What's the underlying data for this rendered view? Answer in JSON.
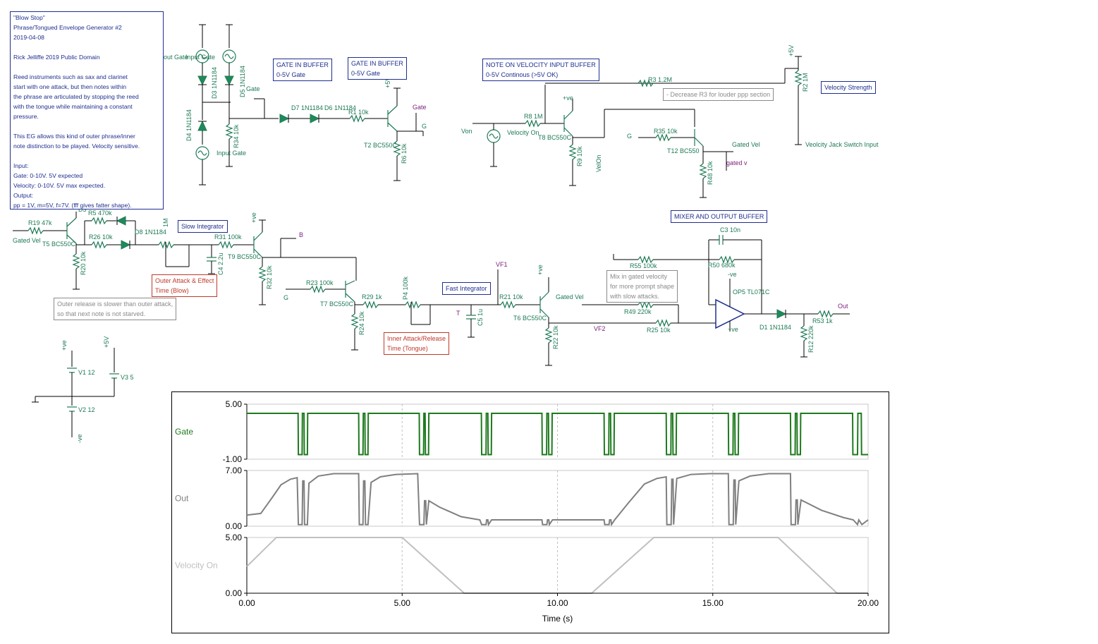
{
  "description": {
    "lines": [
      "\"Blow Stop\"",
      "Phrase/Tongued Envelope Generator  #2",
      "2019-04-08",
      "",
      "Rick Jelliffe 2019 Public Domain",
      "",
      "Reed instruments such as sax and clarinet",
      "start with one attack, but then notes within",
      "the phrase are articulated by stopping the reed",
      "with the tongue while maintaining a constant",
      "pressure.",
      "",
      "This EG allows this kind of outer phrase/inner",
      "note distinction to be played. Velocity sensitive.",
      "",
      "Input:",
      "  Gate: 0-10V. 5V expected",
      "  Velocity: 0-10V. 5V max expected.",
      "Output:",
      "  pp = 1V, m=5V, f=7V.  (fff gives fatter shape)."
    ]
  },
  "sections": {
    "gate_buffer_1": [
      "GATE IN BUFFER",
      "0-5V Gate"
    ],
    "gate_buffer_2": [
      "GATE IN BUFFER",
      "0-5V Gate"
    ],
    "velocity_buffer": [
      "NOTE ON VELOCITY INPUT BUFFER",
      "0-5V Continous (>5V OK)"
    ],
    "velocity_strength": "Velocity Strength",
    "slow_integrator": "Slow Integrator",
    "fast_integrator": "Fast Integrator",
    "mixer": "MIXER AND OUTPUT BUFFER"
  },
  "notes": {
    "decrease_r3": "- Decrease R3 for louder ppp section",
    "outer_release": [
      "Outer release is slower than outer attack,",
      "so that next note is not starved."
    ],
    "mix_gated": [
      "Mix in gated velocity",
      "for more prompt shape",
      "with slow attacks."
    ],
    "outer_attack": [
      "Outer Attack  & Effect",
      "Time (Blow)"
    ],
    "inner_attack": [
      "Inner Attack/Release",
      "Time (Tongue)"
    ]
  },
  "labels": {
    "out_gate": "out Gate",
    "input_gate_top": "Input Gate",
    "input_gate_bottom": "Input Gate",
    "d3": "D3 1N1184",
    "d4": "D4 1N1184",
    "d5": "D5 1N1184",
    "r34": "R34 10k",
    "gate_a": "Gate",
    "d7": "D7 1N1184",
    "d6": "D6 1N1184",
    "r1": "R1 10k",
    "plus5v_a": "+5V",
    "gate_b": "Gate",
    "g_a": "G",
    "t2": "T2 BC550C",
    "r6": "R6 10k",
    "r3": "R3 1.2M",
    "plus5v_b": "+5V",
    "r2": "R2 1M",
    "r8": "R8 1M",
    "plusve_a": "+ve",
    "von": "Von",
    "velocity_on": "Velocity On",
    "t8": "T8 BC550C",
    "r9": "R9 10k",
    "velon": "VelOn",
    "g_b": "G",
    "r35": "R35 10k",
    "t12": "T12 BC550",
    "gated_vel_a": "Gated Vel",
    "gated_v": "gated v",
    "r48": "R48 10k",
    "vel_jack": "Veolcity Jack Switch Input",
    "r19": "R19 47k",
    "gated_vel_b": "Gated Vel",
    "t5": "T5 BC550C",
    "r5": "R5 470k",
    "r26": "R26 10k",
    "d8": "D8 1N1184",
    "r20": "R20 10k",
    "m1": "1M",
    "r31": "R31 100k",
    "plusve_b": "+ve",
    "b": "B",
    "t9": "T9 BC550C",
    "c4": "C4 2.2u",
    "r32": "R32 10k",
    "r23": "R23 100k",
    "g_c": "G",
    "t7": "T7 BC550C",
    "r29": "R29 1k",
    "p4": "P4 100k",
    "r24": "R24 10k",
    "vf1": "VF1",
    "r21": "R21 10k",
    "t_lbl": "T",
    "c5": "C5 1u",
    "plusve_c": "+ve",
    "gated_vel_c": "Gated Vel",
    "t6": "T6 BC550C",
    "r22": "R22 10k",
    "vf2": "VF2",
    "r55": "R55 100k",
    "c3": "C3 10n",
    "r50": "R50 680k",
    "minusve_a": "-ve",
    "op5": "OP5 TL071C",
    "r49": "R49 220k",
    "r25": "R25 10k",
    "plusve_d": "+ve",
    "d1": "D1 1N1184",
    "r53": "R53 1k",
    "out": "Out",
    "r12": "R12 220k",
    "plusve_e": "+ve",
    "plus5v_c": "+5V",
    "v1": "V1 12",
    "v3": "V3 5",
    "v2": "V2 12",
    "minusve_b": "-ve",
    "d_cut": "D3"
  },
  "chart_data": {
    "type": "line",
    "xlabel": "Time (s)",
    "xlim": [
      0,
      20
    ],
    "x_ticks": [
      "0.00",
      "5.00",
      "10.00",
      "15.00",
      "20.00"
    ],
    "panels": [
      {
        "name": "Gate",
        "color": "#1e7a1e",
        "ylim": [
          -1,
          5
        ],
        "y_ticks": [
          "5.00",
          "-1.00"
        ],
        "x": [
          0,
          1.65,
          1.66,
          1.78,
          1.79,
          1.84,
          1.85,
          1.95,
          1.96,
          3.6,
          3.61,
          3.74,
          3.75,
          3.8,
          3.81,
          3.9,
          3.91,
          5.55,
          5.56,
          5.69,
          5.7,
          5.74,
          5.75,
          5.85,
          5.86,
          7.55,
          7.56,
          7.7,
          7.71,
          7.76,
          7.77,
          7.87,
          7.88,
          9.5,
          9.51,
          9.65,
          9.66,
          9.71,
          9.72,
          9.82,
          9.83,
          11.5,
          11.51,
          11.65,
          11.66,
          11.71,
          11.72,
          11.82,
          11.83,
          13.5,
          13.51,
          13.65,
          13.66,
          13.71,
          13.72,
          13.82,
          13.83,
          15.5,
          15.51,
          15.65,
          15.66,
          15.71,
          15.72,
          15.82,
          15.83,
          17.5,
          17.51,
          17.65,
          17.66,
          17.71,
          17.72,
          17.82,
          17.83,
          19.5,
          19.51,
          19.66,
          19.67,
          19.78,
          19.79,
          20
        ],
        "y": [
          4,
          4,
          -0.5,
          -0.5,
          4,
          4,
          -0.5,
          -0.5,
          4,
          4,
          -0.5,
          -0.5,
          4,
          4,
          -0.5,
          -0.5,
          4,
          4,
          -0.5,
          -0.5,
          4,
          4,
          -0.5,
          -0.5,
          4,
          4,
          -0.5,
          -0.5,
          4,
          4,
          -0.5,
          -0.5,
          4,
          4,
          -0.5,
          -0.5,
          4,
          4,
          -0.5,
          -0.5,
          4,
          4,
          -0.5,
          -0.5,
          4,
          4,
          -0.5,
          -0.5,
          4,
          4,
          -0.5,
          -0.5,
          4,
          4,
          -0.5,
          -0.5,
          4,
          4,
          -0.5,
          -0.5,
          4,
          4,
          -0.5,
          -0.5,
          4,
          4,
          -0.5,
          -0.5,
          4,
          4,
          -0.5,
          -0.5,
          4,
          4,
          -0.5,
          -0.5,
          4,
          4,
          -0.5,
          -0.5
        ]
      },
      {
        "name": "Out",
        "color": "#808080",
        "ylim": [
          0,
          7
        ],
        "y_ticks": [
          "7.00",
          "0.00"
        ],
        "x": [
          0,
          0.45,
          0.8,
          1.1,
          1.4,
          1.62,
          1.66,
          1.78,
          1.8,
          1.84,
          1.86,
          1.95,
          2.0,
          2.3,
          2.8,
          3.3,
          3.6,
          3.62,
          3.74,
          3.76,
          3.8,
          3.82,
          3.9,
          4.0,
          4.3,
          4.8,
          5.5,
          5.56,
          5.7,
          5.72,
          5.76,
          5.78,
          5.86,
          6.2,
          6.9,
          7.5,
          7.56,
          7.7,
          7.72,
          7.76,
          7.78,
          7.88,
          9.5,
          9.52,
          9.66,
          9.68,
          9.72,
          9.74,
          9.84,
          11.5,
          11.52,
          11.66,
          11.68,
          11.72,
          11.74,
          11.84,
          12.3,
          12.8,
          13.2,
          13.5,
          13.52,
          13.66,
          13.68,
          13.72,
          13.74,
          13.84,
          14.3,
          14.9,
          15.5,
          15.52,
          15.66,
          15.68,
          15.72,
          15.74,
          15.84,
          16.2,
          16.8,
          17.5,
          17.52,
          17.66,
          17.68,
          17.72,
          17.74,
          17.84,
          18.5,
          19.2,
          19.52,
          19.66,
          19.7,
          19.8,
          20
        ],
        "y": [
          1.4,
          1.6,
          3.5,
          5.2,
          5.9,
          6.1,
          0.2,
          0.2,
          5.7,
          5.7,
          0.2,
          0.2,
          5.4,
          6.3,
          6.6,
          6.6,
          6.6,
          0.2,
          0.2,
          5.7,
          5.7,
          0.2,
          0.2,
          5.5,
          6.2,
          6.5,
          6.6,
          0.2,
          0.2,
          3.2,
          3.2,
          0.2,
          3.2,
          2.4,
          1.2,
          0.8,
          0.2,
          0.2,
          0.8,
          0.8,
          0.2,
          0.8,
          0.8,
          0.2,
          0.2,
          0.8,
          0.8,
          0.2,
          0.8,
          0.8,
          0.2,
          0.2,
          0.8,
          0.8,
          0.2,
          0.8,
          3.0,
          5.3,
          6.0,
          6.2,
          0.2,
          0.2,
          5.9,
          5.9,
          0.2,
          6.0,
          6.5,
          6.6,
          6.6,
          0.2,
          0.2,
          5.8,
          5.8,
          0.2,
          5.7,
          6.3,
          6.6,
          6.6,
          0.2,
          0.2,
          3.3,
          3.3,
          0.2,
          3.3,
          2.0,
          1.1,
          0.8,
          0.2,
          0.8,
          0.2,
          0.8
        ]
      },
      {
        "name": "Velocity On",
        "color": "#c0c0c0",
        "ylim": [
          0,
          5
        ],
        "y_ticks": [
          "5.00",
          "0.00"
        ],
        "x": [
          0,
          0.95,
          5.0,
          7.0,
          11.1,
          13.1,
          17.1,
          19.0,
          20
        ],
        "y": [
          2.4,
          5.0,
          5.0,
          0,
          0,
          5.0,
          5.0,
          0,
          0
        ]
      }
    ]
  }
}
